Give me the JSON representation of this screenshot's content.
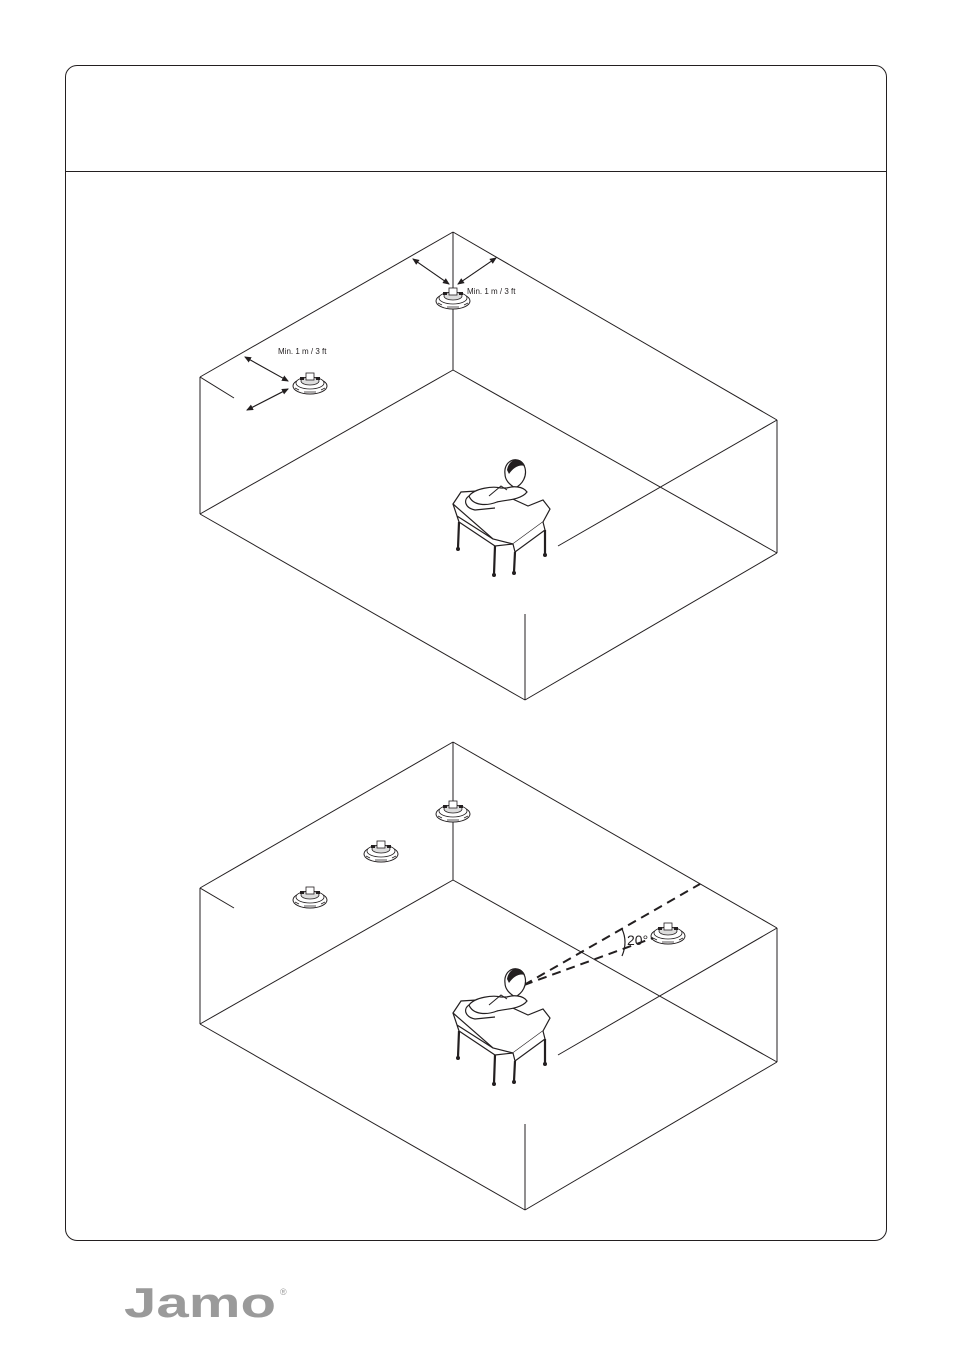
{
  "diagram_top": {
    "label_ceiling_corner": "Min. 1 m / 3 ft",
    "label_wall": "Min. 1 m / 3 ft"
  },
  "diagram_bottom": {
    "angle_label": "20°"
  },
  "brand": {
    "logo_text": "Jamo",
    "registered_mark": "®"
  },
  "colors": {
    "line": "#231f20",
    "logo": "#9a9a9a"
  }
}
